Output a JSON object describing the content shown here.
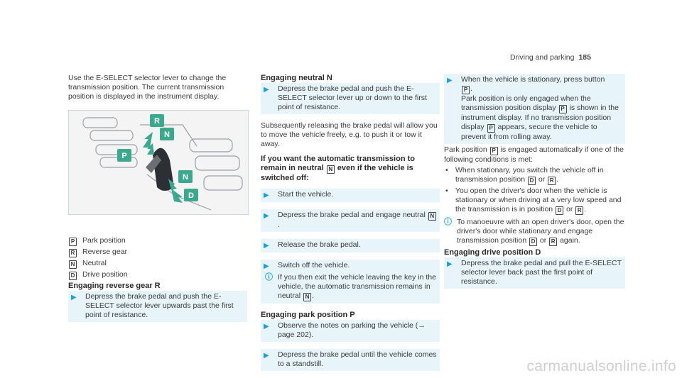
{
  "header": {
    "section": "Driving and parking",
    "page": "185"
  },
  "col1": {
    "intro": "Use the E-SELECT selector lever to change the transmission position. The current transmission position is displayed in the instrument display.",
    "figure": {
      "labels": [
        "R",
        "N",
        "P",
        "N",
        "D"
      ]
    },
    "legend": [
      {
        "key": "P",
        "text": "Park position"
      },
      {
        "key": "R",
        "text": "Reverse gear"
      },
      {
        "key": "N",
        "text": "Neutral"
      },
      {
        "key": "D",
        "text": "Drive position"
      }
    ],
    "reverse_heading": "Engaging reverse gear R",
    "reverse_step": "Depress the brake pedal and push the E-SELECT selector lever upwards past the first point of resistance."
  },
  "col2": {
    "neutral_heading": "Engaging neutral N",
    "neutral_step": "Depress the brake pedal and push the E-SELECT selector lever up or down to the first point of resistance.",
    "neutral_para": "Subsequently releasing the brake pedal will allow you to move the vehicle freely, e.g. to push it or tow it away.",
    "remain_heading_a": "If you want the automatic transmission to remain in neutral",
    "remain_key": "N",
    "remain_heading_b": "even if the vehicle is switched off:",
    "step_start": "Start the vehicle.",
    "step_depress_a": "Depress the brake pedal and engage neutral",
    "step_depress_key": "N",
    "step_release": "Release the brake pedal.",
    "step_switch_off": "Switch off the vehicle.",
    "note_a": "If you then exit the vehicle leaving the key in the vehicle, the automatic transmission remains in neutral",
    "note_key": "N",
    "park_heading": "Engaging park position P",
    "park_step": "Observe the notes on parking the vehicle (→ page 202).",
    "park_step2": "Depress the brake pedal until the vehicle comes to a standstill."
  },
  "col3": {
    "step_a": "When the vehicle is stationary, press button",
    "step_key": "P",
    "step_b1": "Park position is only engaged when the transmission position display",
    "step_b2": "is shown in the instrument display. If no transmission position display",
    "step_b3": "appears, secure the vehicle to prevent it from rolling away.",
    "auto_a": "Park position",
    "auto_b": "is engaged automatically if one of the following conditions is met:",
    "bullet1_a": "When stationary, you switch the vehicle off in transmission position",
    "bullet1_or": "or",
    "bullet2_a": "You open the driver's door when the vehicle is stationary or when driving at a very low speed and the transmission is in position",
    "bullet2_or": "or",
    "note_a": "To manoeuvre with an open driver's door, open the driver's door while stationary and engage transmission position",
    "note_or": "or",
    "note_b": "again.",
    "drive_heading": "Engaging drive position D",
    "drive_step": "Depress the brake pedal and pull the E-SELECT selector lever back past the first point of resistance."
  },
  "watermark": "carmanualsonline.info",
  "colors": {
    "accent": "#1f9fd6",
    "step_bg": "#e7f4fa",
    "figure_label": "#3ca98f"
  }
}
